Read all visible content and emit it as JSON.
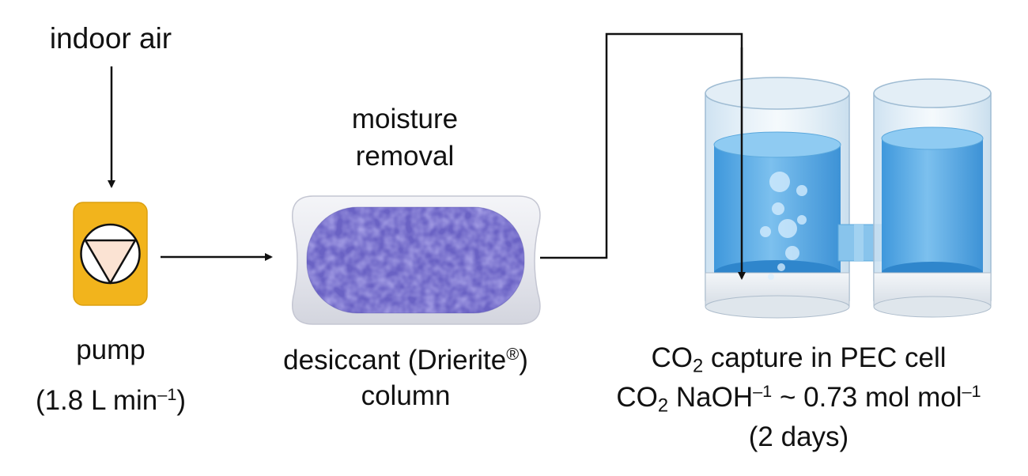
{
  "labels": {
    "source": "indoor air",
    "pump_name": "pump",
    "pump_flow_value": "1.8 L min",
    "pump_flow_exp": "–1",
    "moisture_1": "moisture",
    "moisture_2": "removal",
    "desiccant_pre": "desiccant (Drierite",
    "desiccant_reg": "®",
    "desiccant_post": ")",
    "desiccant_2": "column",
    "capture_co": "CO",
    "capture_sub": "2",
    "capture_rest": " capture in PEC cell",
    "ratio_co": "CO",
    "ratio_sub": "2",
    "ratio_naoh": " NaOH",
    "ratio_exp1": "–1",
    "ratio_value": " ~ 0.73 mol mol",
    "ratio_exp2": "–1",
    "duration": "(2 days)"
  },
  "colors": {
    "pump_body": "#f2b41c",
    "pump_border": "#d99a0a",
    "pump_triangle": "#fbe3d3",
    "desiccant": "#6b63c8",
    "column_shell": "#e9eaf0",
    "water": "#4aa3e0",
    "glass": "#cfe4f2",
    "arrow": "#111111"
  },
  "icons": {
    "pump": "pump-icon",
    "column": "desiccant-column-icon",
    "cell": "pec-cell-icon"
  }
}
